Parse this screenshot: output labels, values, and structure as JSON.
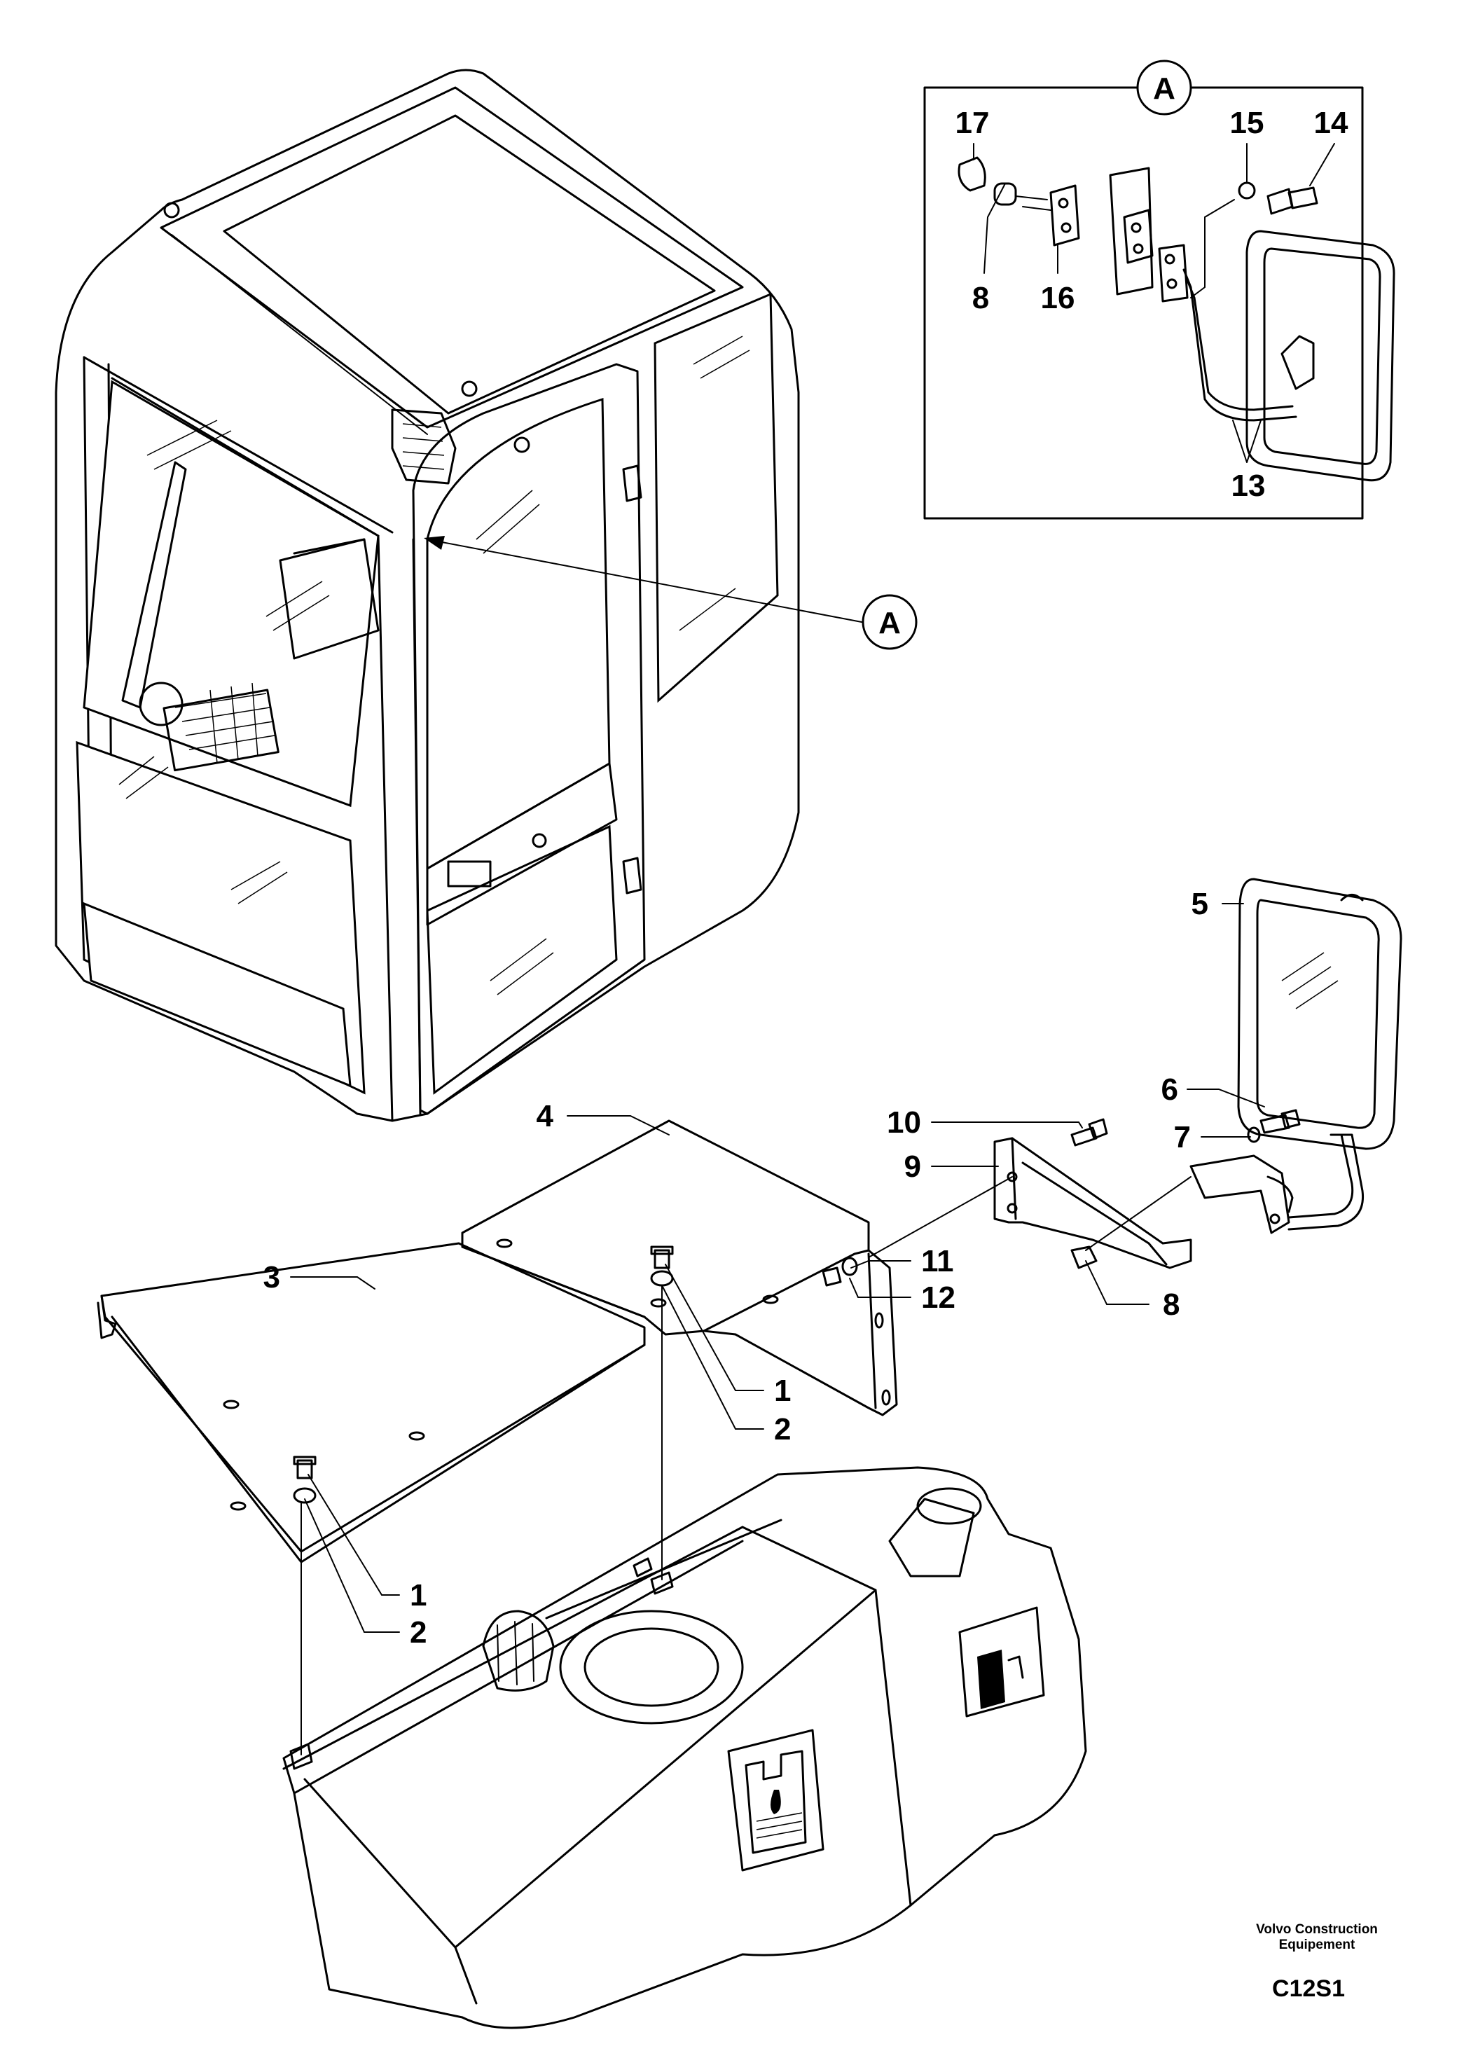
{
  "callouts": {
    "detail_marker": "A",
    "detail_box_marker": "A",
    "c1a": "1",
    "c2a": "2",
    "c1b": "1",
    "c2b": "2",
    "c3": "3",
    "c4": "4",
    "c5": "5",
    "c6": "6",
    "c7": "7",
    "c8a": "8",
    "c8b": "8",
    "c9": "9",
    "c10": "10",
    "c11": "11",
    "c12": "12",
    "c13": "13",
    "c14": "14",
    "c15": "15",
    "c16": "16",
    "c17": "17"
  },
  "footer": {
    "brand_line1": "Volvo Construction",
    "brand_line2": "Equipement",
    "drawing_code": "C12S1"
  },
  "icons": [
    "fuel-pump-icon",
    "hydraulic-oil-icon"
  ]
}
